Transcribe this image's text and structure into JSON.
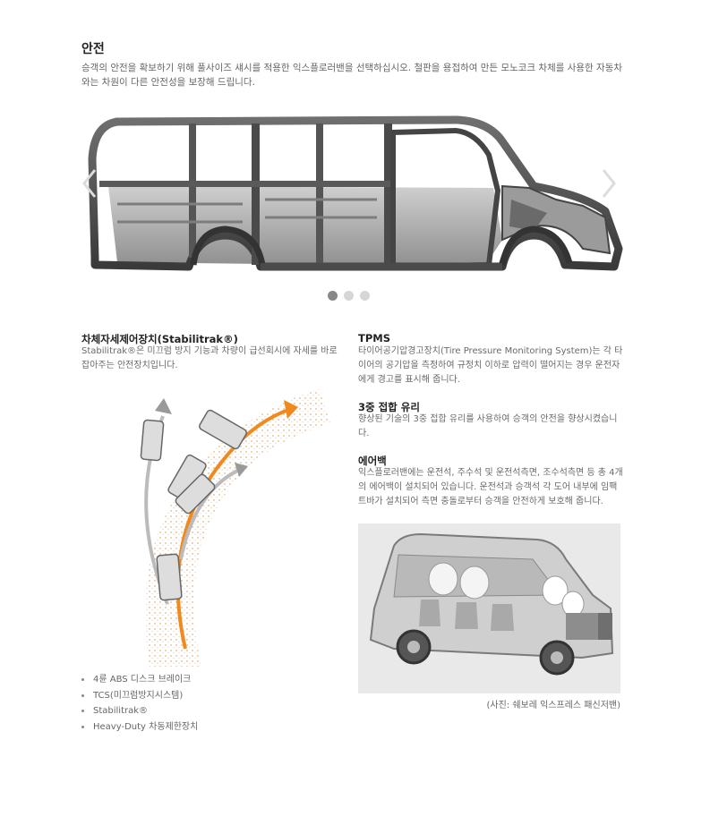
{
  "section": {
    "title": "안전",
    "intro": "승객의 안전을 확보하기 위해 풀사이즈 섀시를 적용한 익스플로러밴을 선택하십시오. 철판을 용접하여 만든 모노코크 차체를 사용한 자동차와는 차원이 다른 안전성을 보장해 드립니다."
  },
  "carousel": {
    "prev_icon": "chevron-left-icon",
    "next_icon": "chevron-right-icon",
    "slide_count": 3,
    "active_index": 0
  },
  "stabilitrak": {
    "heading": "차체자세제어장치(Stabilitrak®)",
    "body": "Stabilitrak®은 미끄럼 방지 기능과 차량이 급선회시에 자세를 바로 잡아주는 안전장치입니다."
  },
  "features": [
    "4륜 ABS 디스크 브레이크",
    "TCS(미끄럼방지시스템)",
    "Stabilitrak®",
    "Heavy-Duty 차동제한장치"
  ],
  "tpms": {
    "heading": "TPMS",
    "body": "타이어공기압경고장치(Tire Pressure Monitoring System)는 각 타이어의 공기압을 측정하여 규정치 이하로 압력이 떨어지는 경우 운전자에게 경고를 표시해 줍니다."
  },
  "glass": {
    "heading": "3중 접합 유리",
    "body": "향상된 기술의 3중 접합 유리를 사용하여 승객의 안전을 향상시켰습니다."
  },
  "airbag": {
    "heading": "에어백",
    "body": "익스플로러밴에는 운전석, 주수석 및 운전석측면, 조수석측면 등 총 4개의 에어백이 설치되어 있습니다. 운전석과 승객석 각 도어 내부에 임팩트바가 설치되어 측면 충돌로부터 승객을 안전하게 보호해 줍니다."
  },
  "photo": {
    "caption": "(사진: 쉐보레 익스프레스 패신저밴)"
  },
  "colors": {
    "accent_orange": "#f08a1c",
    "arrow_gray": "#9a9a9a"
  }
}
